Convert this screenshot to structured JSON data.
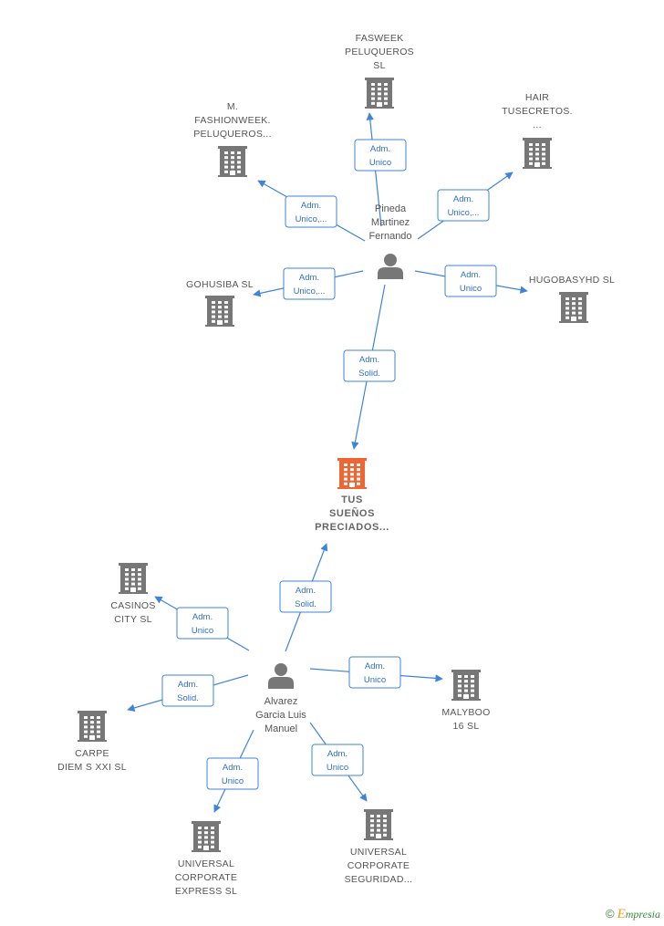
{
  "colors": {
    "edge": "#3f84d8",
    "company": "#777777",
    "focus_company": "#ee6633",
    "person": "#777777"
  },
  "nodes": [
    {
      "id": "focus",
      "kind": "company-focus",
      "icon": "building-icon",
      "label_lines": [
        "TUS",
        "SUEÑOS",
        "PRECIADOS..."
      ]
    },
    {
      "id": "pineda",
      "kind": "person",
      "icon": "person-icon",
      "label_lines": [
        "Pineda",
        "Martinez",
        "Fernando"
      ]
    },
    {
      "id": "alvarez",
      "kind": "person",
      "icon": "person-icon",
      "label_lines": [
        "Alvarez",
        "Garcia Luis",
        "Manuel"
      ]
    },
    {
      "id": "fasweek",
      "kind": "company",
      "icon": "building-icon",
      "label_lines": [
        "FASWEEK",
        "PELUQUEROS",
        "SL"
      ]
    },
    {
      "id": "mfashion",
      "kind": "company",
      "icon": "building-icon",
      "label_lines": [
        "M.",
        "FASHIONWEEK.",
        "PELUQUEROS..."
      ]
    },
    {
      "id": "hair",
      "kind": "company",
      "icon": "building-icon",
      "label_lines": [
        "HAIR",
        "TUSECRETOS.",
        "..."
      ]
    },
    {
      "id": "gohusiba",
      "kind": "company",
      "icon": "building-icon",
      "label_lines": [
        "GOHUSIBA SL"
      ]
    },
    {
      "id": "hugobasyhd",
      "kind": "company",
      "icon": "building-icon",
      "label_lines": [
        "HUGOBASYHD SL"
      ]
    },
    {
      "id": "casinos",
      "kind": "company",
      "icon": "building-icon",
      "label_lines": [
        "CASINOS",
        "CITY SL"
      ]
    },
    {
      "id": "malyboo",
      "kind": "company",
      "icon": "building-icon",
      "label_lines": [
        "MALYBOO",
        "16 SL"
      ]
    },
    {
      "id": "carpe",
      "kind": "company",
      "icon": "building-icon",
      "label_lines": [
        "CARPE",
        "DIEM S XXI SL"
      ]
    },
    {
      "id": "express",
      "kind": "company",
      "icon": "building-icon",
      "label_lines": [
        "UNIVERSAL",
        "CORPORATE",
        "EXPRESS  SL"
      ]
    },
    {
      "id": "seguridad",
      "kind": "company",
      "icon": "building-icon",
      "label_lines": [
        "UNIVERSAL",
        "CORPORATE",
        "SEGURIDAD..."
      ]
    }
  ],
  "edges": [
    {
      "from": "pineda",
      "to": "fasweek",
      "label_lines": [
        "Adm.",
        "Unico"
      ]
    },
    {
      "from": "pineda",
      "to": "mfashion",
      "label_lines": [
        "Adm.",
        "Unico,..."
      ]
    },
    {
      "from": "pineda",
      "to": "hair",
      "label_lines": [
        "Adm.",
        "Unico,..."
      ]
    },
    {
      "from": "pineda",
      "to": "gohusiba",
      "label_lines": [
        "Adm.",
        "Unico,..."
      ]
    },
    {
      "from": "pineda",
      "to": "hugobasyhd",
      "label_lines": [
        "Adm.",
        "Unico"
      ]
    },
    {
      "from": "pineda",
      "to": "focus",
      "label_lines": [
        "Adm.",
        "Solid."
      ]
    },
    {
      "from": "alvarez",
      "to": "focus",
      "label_lines": [
        "Adm.",
        "Solid."
      ]
    },
    {
      "from": "alvarez",
      "to": "casinos",
      "label_lines": [
        "Adm.",
        "Unico"
      ]
    },
    {
      "from": "alvarez",
      "to": "malyboo",
      "label_lines": [
        "Adm.",
        "Unico"
      ]
    },
    {
      "from": "alvarez",
      "to": "carpe",
      "label_lines": [
        "Adm.",
        "Solid."
      ]
    },
    {
      "from": "alvarez",
      "to": "express",
      "label_lines": [
        "Adm.",
        "Unico"
      ]
    },
    {
      "from": "alvarez",
      "to": "seguridad",
      "label_lines": [
        "Adm.",
        "Unico"
      ]
    }
  ],
  "brand": {
    "copyright": "©",
    "initial": "E",
    "rest": "mpresia"
  }
}
